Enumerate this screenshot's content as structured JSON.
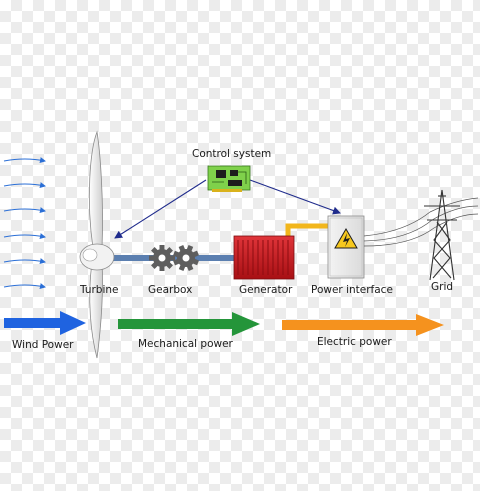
{
  "labels": {
    "control_system": "Control system",
    "turbine": "Turbine",
    "gearbox": "Gearbox",
    "generator": "Generator",
    "power_interface": "Power interface",
    "grid": "Grid",
    "wind_power": "Wind Power",
    "mechanical_power": "Mechanical power",
    "electric_power": "Electric power"
  },
  "colors": {
    "wind_arrow": "#2b6fd6",
    "wind_power_arrow": "#1f63e0",
    "mechanical_arrow": "#24953a",
    "electric_arrow": "#f5921e",
    "shaft": "#5b7fb0",
    "generator": "#c4161c",
    "power_line": "#f2b61c",
    "control_signal": "#1f2b8c"
  },
  "icons": [
    "wind-flow-icon",
    "wind-turbine-icon",
    "gear-icon",
    "generator-icon",
    "circuit-board-icon",
    "high-voltage-warning-icon",
    "transmission-tower-icon"
  ]
}
